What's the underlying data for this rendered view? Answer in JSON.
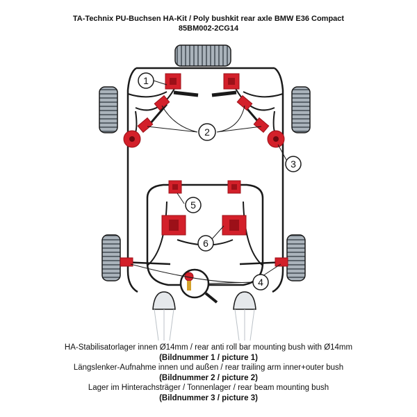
{
  "header": {
    "line1": "TA-Technix PU-Buchsen HA-Kit / Poly bushkit rear axle BMW E36 Compact",
    "line2": "85BM002-2CG14"
  },
  "callouts": [
    "1",
    "2",
    "3",
    "4",
    "5",
    "6"
  ],
  "captions": [
    {
      "text": "HA-Stabilisatorlager innen Ø14mm / rear anti roll bar mounting bush with Ø14mm",
      "ref": "(Bildnummer 1 / picture 1)"
    },
    {
      "text": "Längslenker-Aufnahme innen und außen / rear trailing arm inner+outer bush",
      "ref": "(Bildnummer 2 / picture 2)"
    },
    {
      "text": "Lager im Hinterachsträger / Tonnenlager / rear beam mounting bush",
      "ref": "(Bildnummer 3 / picture 3)"
    }
  ],
  "colors": {
    "bush_red": "#d3202a",
    "bush_dark": "#9c1018",
    "tyre_grey": "#9aa4ad",
    "outline": "#1a1a1a"
  }
}
